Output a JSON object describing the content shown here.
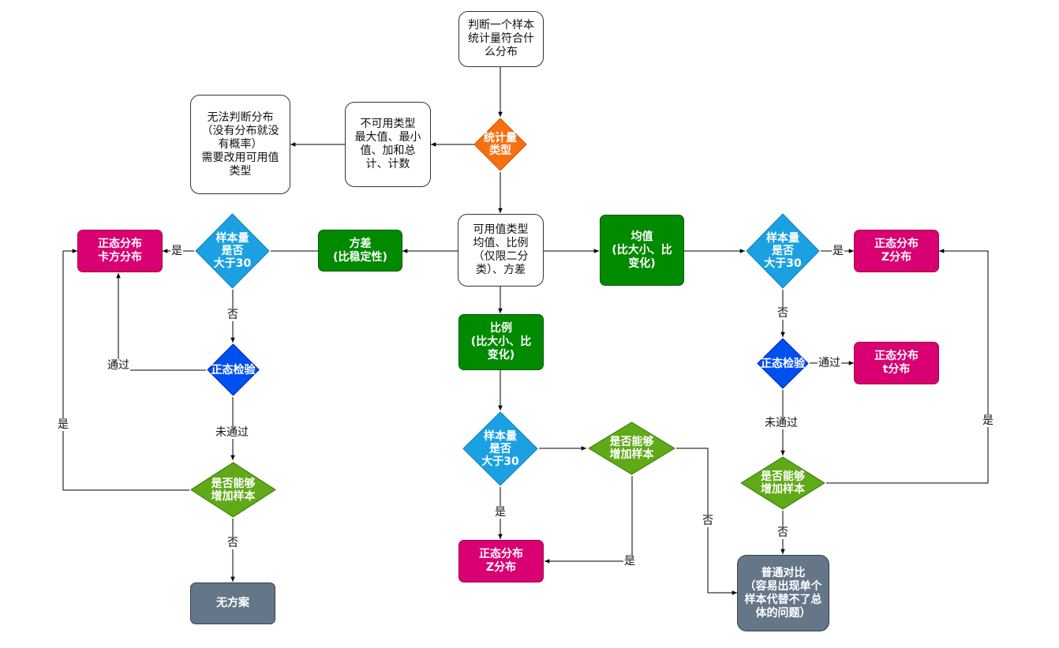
{
  "nodes": {
    "start": "判断一个样本\n统计量符合什\n么分布",
    "stat_type": "统计量\n类型",
    "unusable": "不可用类型\n最大值、最小\n值、加和总\n计、计数",
    "cannot_judge": "无法判断分布\n（没有分布就没\n有概率）\n需要改用可用值\n类型",
    "usable": "可用值类型\n均值、比例\n（仅限二分\n类）、方差",
    "variance": "方差\n(比稳定性)",
    "mean": "均值\n(比大小、比\n变化)",
    "proportion": "比例\n(比大小、比\n变化)",
    "left_sample_q": "样本量\n是否\n大于30",
    "left_result": "正态分布\n卡方分布",
    "left_normality": "正态检验",
    "left_increase": "是否能够\n增加样本",
    "no_solution": "无方案",
    "right_sample_q": "样本量\n是否\n大于30",
    "right_z": "正态分布\nZ分布",
    "right_normality": "正态检验",
    "right_t": "正态分布\nt分布",
    "right_increase": "是否能够\n增加样本",
    "common_compare": "普通对比\n（容易出现单个\n样本代替不了总\n体的问题）",
    "mid_sample_q": "样本量\n是否\n大于30",
    "mid_increase": "是否能够\n增加样本",
    "mid_z": "正态分布\nZ分布"
  },
  "labels": {
    "yes_left_result": "是",
    "no_left_sample": "否",
    "pass_left": "通过",
    "fail_left": "未通过",
    "yes_left_loop": "是",
    "no_left_increase": "否",
    "yes_right_z": "是",
    "no_right_sample": "否",
    "pass_right": "通过",
    "fail_right": "未通过",
    "yes_right_loop": "是",
    "no_right_increase": "否",
    "yes_mid_sample": "是",
    "yes_mid_increase": "是",
    "no_mid_increase": "否"
  },
  "colors": {
    "orange": "#f7700f",
    "skyblue": "#1ba1e2",
    "blue": "#0050ef",
    "green_dark": "#008a00",
    "green_light": "#60a917",
    "pink": "#d80073",
    "gray": "#647687",
    "line": "#000000"
  }
}
